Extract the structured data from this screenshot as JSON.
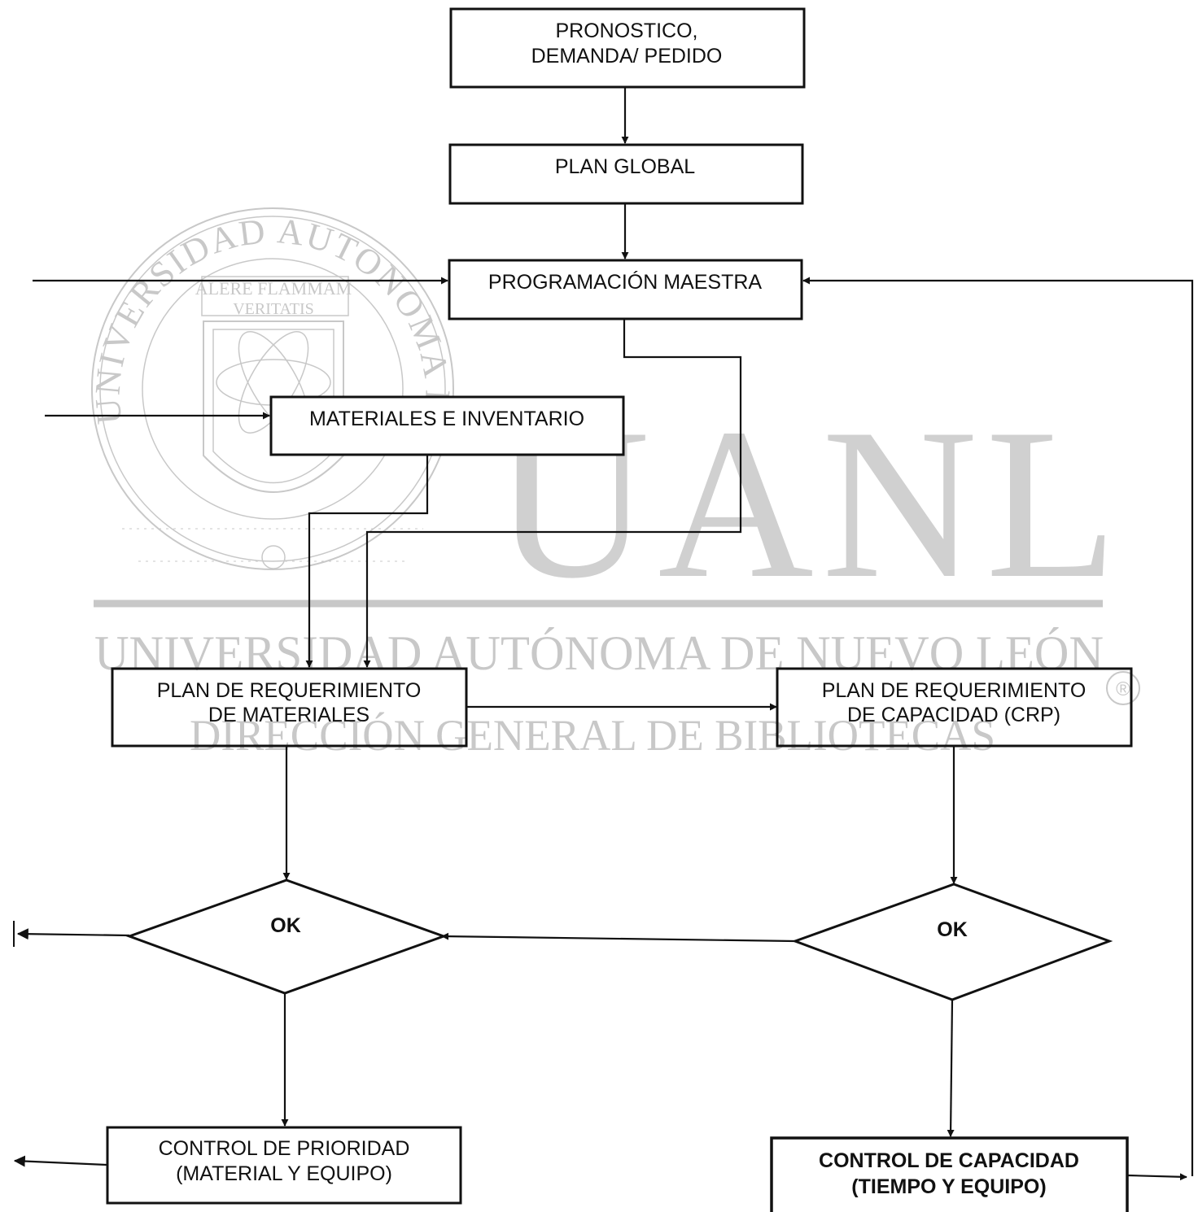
{
  "watermark": {
    "seal_text_top": "UNIVERSIDAD AUTONOMA DE NUEVO LEON",
    "seal_motto_1": "ALERE FLAMMAM",
    "seal_motto_2": "VERITATIS",
    "big_letters": "UANL",
    "university_name": "UNIVERSIDAD AUTÓNOMA DE NUEVO LEÓN",
    "registered_mark": "®",
    "library_line": "DIRECCIÓN GENERAL DE BIBLIOTECAS",
    "color": "#c8c8c8"
  },
  "nodes": {
    "pronostico": {
      "line1": "PRONOSTICO,",
      "line2": "DEMANDA/ PEDIDO"
    },
    "plan_global": {
      "label": "PLAN GLOBAL"
    },
    "programacion": {
      "label": "PROGRAMACIÓN MAESTRA"
    },
    "materiales": {
      "label": "MATERIALES E INVENTARIO"
    },
    "mrp": {
      "line1": "PLAN DE REQUERIMIENTO",
      "line2": "DE MATERIALES"
    },
    "crp": {
      "line1": "PLAN DE REQUERIMIENTO",
      "line2": "DE CAPACIDAD (CRP)"
    },
    "ok_left": {
      "label": "OK"
    },
    "ok_right": {
      "label": "OK"
    },
    "control_prioridad": {
      "line1": "CONTROL DE PRIORIDAD",
      "line2": "(MATERIAL Y EQUIPO)"
    },
    "control_capacidad": {
      "line1": "CONTROL DE CAPACIDAD",
      "line2": "(TIEMPO Y EQUIPO)"
    }
  },
  "colors": {
    "ink": "#111111",
    "background": "#ffffff"
  }
}
